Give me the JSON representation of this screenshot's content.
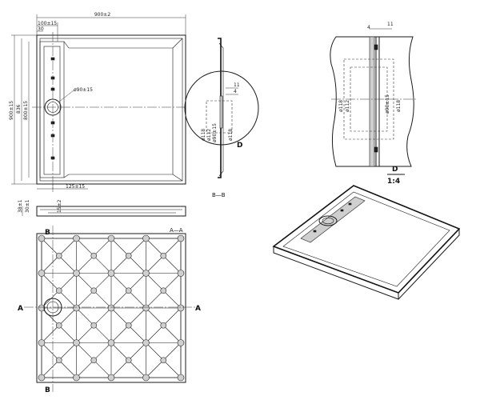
{
  "dimensions": {
    "top_width": "900±2",
    "d1": "100±15",
    "d2": "30",
    "side_height": "900±15",
    "side_inner1": "836",
    "side_inner2": "800±15",
    "drain_dia": "ø90±15",
    "bottom_offset": "125±15",
    "h1": "38±1",
    "h2": "30±1",
    "h3": "15±2",
    "sec_11": "11",
    "sec_4": "4",
    "sec_d1": "ø118",
    "sec_d2": "ø112",
    "sec_d3": "ø90±15",
    "sec_d4": "ø118",
    "det_11": "11",
    "det_4": "4",
    "det_d1": "ø118",
    "det_d2": "ø112",
    "det_d3": "ø90±15",
    "det_d4": "ø118"
  },
  "labels": {
    "section_bb": "B—B",
    "detail_d": "D",
    "detail_title": "D",
    "detail_scale": "1:4",
    "sec_a_left": "A",
    "sec_a_right": "A",
    "sec_aa": "A—A",
    "sec_b_top": "B",
    "sec_b_bottom": "B"
  }
}
